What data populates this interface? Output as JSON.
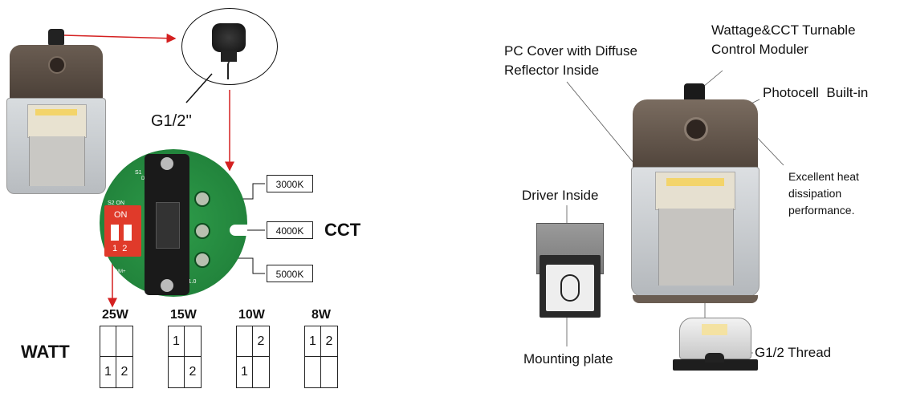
{
  "labels": {
    "thread_small": "G1/2''",
    "cct_title": "CCT",
    "watt_title": "WATT",
    "pc_cover": [
      "PC Cover with Diffuse",
      "Reflector Inside"
    ],
    "control_module": [
      "Wattage&CCT Turnable",
      "Control Moduler"
    ],
    "photocell": "Photocell  Built-in",
    "heat": [
      "Excellent heat",
      "dissipation",
      "performance."
    ],
    "driver": "Driver Inside",
    "mounting": "Mounting plate",
    "thread_large": "G1/2 Thread"
  },
  "cct_options": [
    "3000K",
    "4000K",
    "5000K"
  ],
  "board": {
    "on_label": "ON",
    "switch_numbers": "1  2",
    "s1": "S1",
    "s2": "S2 ON",
    "dim_plus": "DIM+",
    "dim_minus": "DIM-",
    "version": "V1.0"
  },
  "watt_settings": [
    {
      "watt": "25W",
      "cells": [
        "",
        "",
        "1",
        "2"
      ]
    },
    {
      "watt": "15W",
      "cells": [
        "1",
        "",
        "",
        "2"
      ]
    },
    {
      "watt": "10W",
      "cells": [
        "",
        "2",
        "1",
        ""
      ]
    },
    {
      "watt": "8W",
      "cells": [
        "1",
        "2",
        "",
        ""
      ]
    }
  ]
}
